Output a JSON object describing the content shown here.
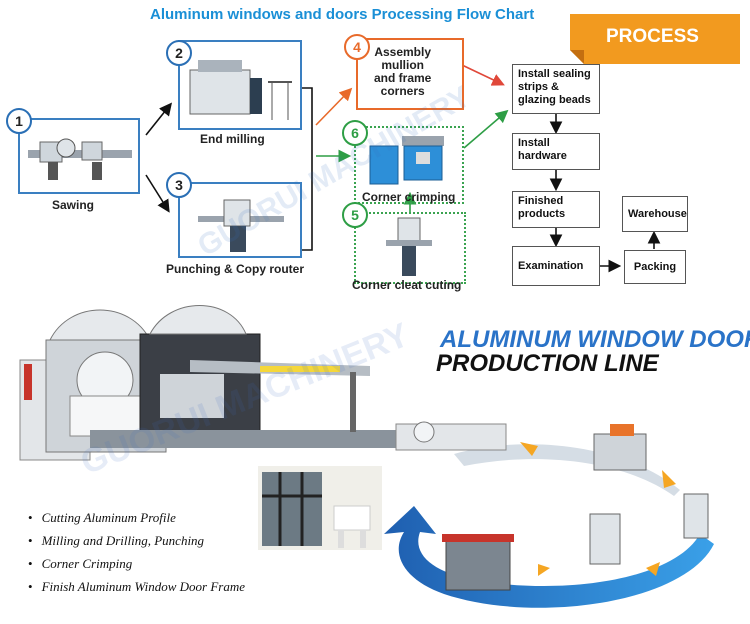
{
  "title": "Aluminum windows and doors Processing Flow Chart",
  "process_tag": "PROCESS",
  "steps": [
    {
      "num": "1",
      "label": "Sawing"
    },
    {
      "num": "2",
      "label": "End milling"
    },
    {
      "num": "3",
      "label": "Punching & Copy router"
    },
    {
      "num": "4",
      "label": "Assembly mullion and frame corners"
    },
    {
      "num": "5",
      "label": "Corner cleat cuting"
    },
    {
      "num": "6",
      "label": "Corner crimping"
    }
  ],
  "step4_lines": [
    "Assembly",
    "mullion",
    "and frame",
    "corners"
  ],
  "flow": {
    "install_sealing": [
      "Install sealing",
      "strips &",
      "glazing beads"
    ],
    "install_hardware": [
      "Install",
      "hardware"
    ],
    "finished": [
      "Finished",
      "products"
    ],
    "examination": "Examination",
    "packing": "Packing",
    "warehouse": "Warehouse"
  },
  "headline1": "ALUMINUM WINDOW DOOR",
  "headline2": "PRODUCTION LINE",
  "bullets": [
    "Cutting Aluminum Profile",
    "Milling and Drilling, Punching",
    "Corner Crimping",
    "Finish Aluminum Window Door Frame"
  ],
  "watermark": "GUORUI MACHINERY",
  "colors": {
    "accent_blue": "#1a8fd6",
    "process_orange": "#f29a1f",
    "step_orange": "#e86a2a",
    "step_green": "#2e9e45"
  }
}
